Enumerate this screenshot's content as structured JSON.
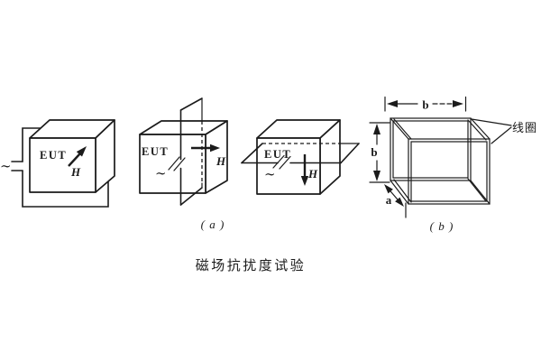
{
  "figure": {
    "caption": "磁场抗扰度试验",
    "colors": {
      "ink": "#1b1b1b",
      "background": "#ffffff"
    },
    "front_coil": {
      "eut": "EUT",
      "field": "H",
      "source": "∼"
    },
    "vertical_coil": {
      "eut": "EUT",
      "field": "H",
      "source": "∼",
      "tag": "( a )"
    },
    "horizontal_coil": {
      "eut": "EUT",
      "field": "H",
      "source": "∼"
    },
    "coil_frame": {
      "width": "b",
      "height": "b",
      "depth": "a",
      "coil": "线圈",
      "tag": "( b )"
    }
  }
}
